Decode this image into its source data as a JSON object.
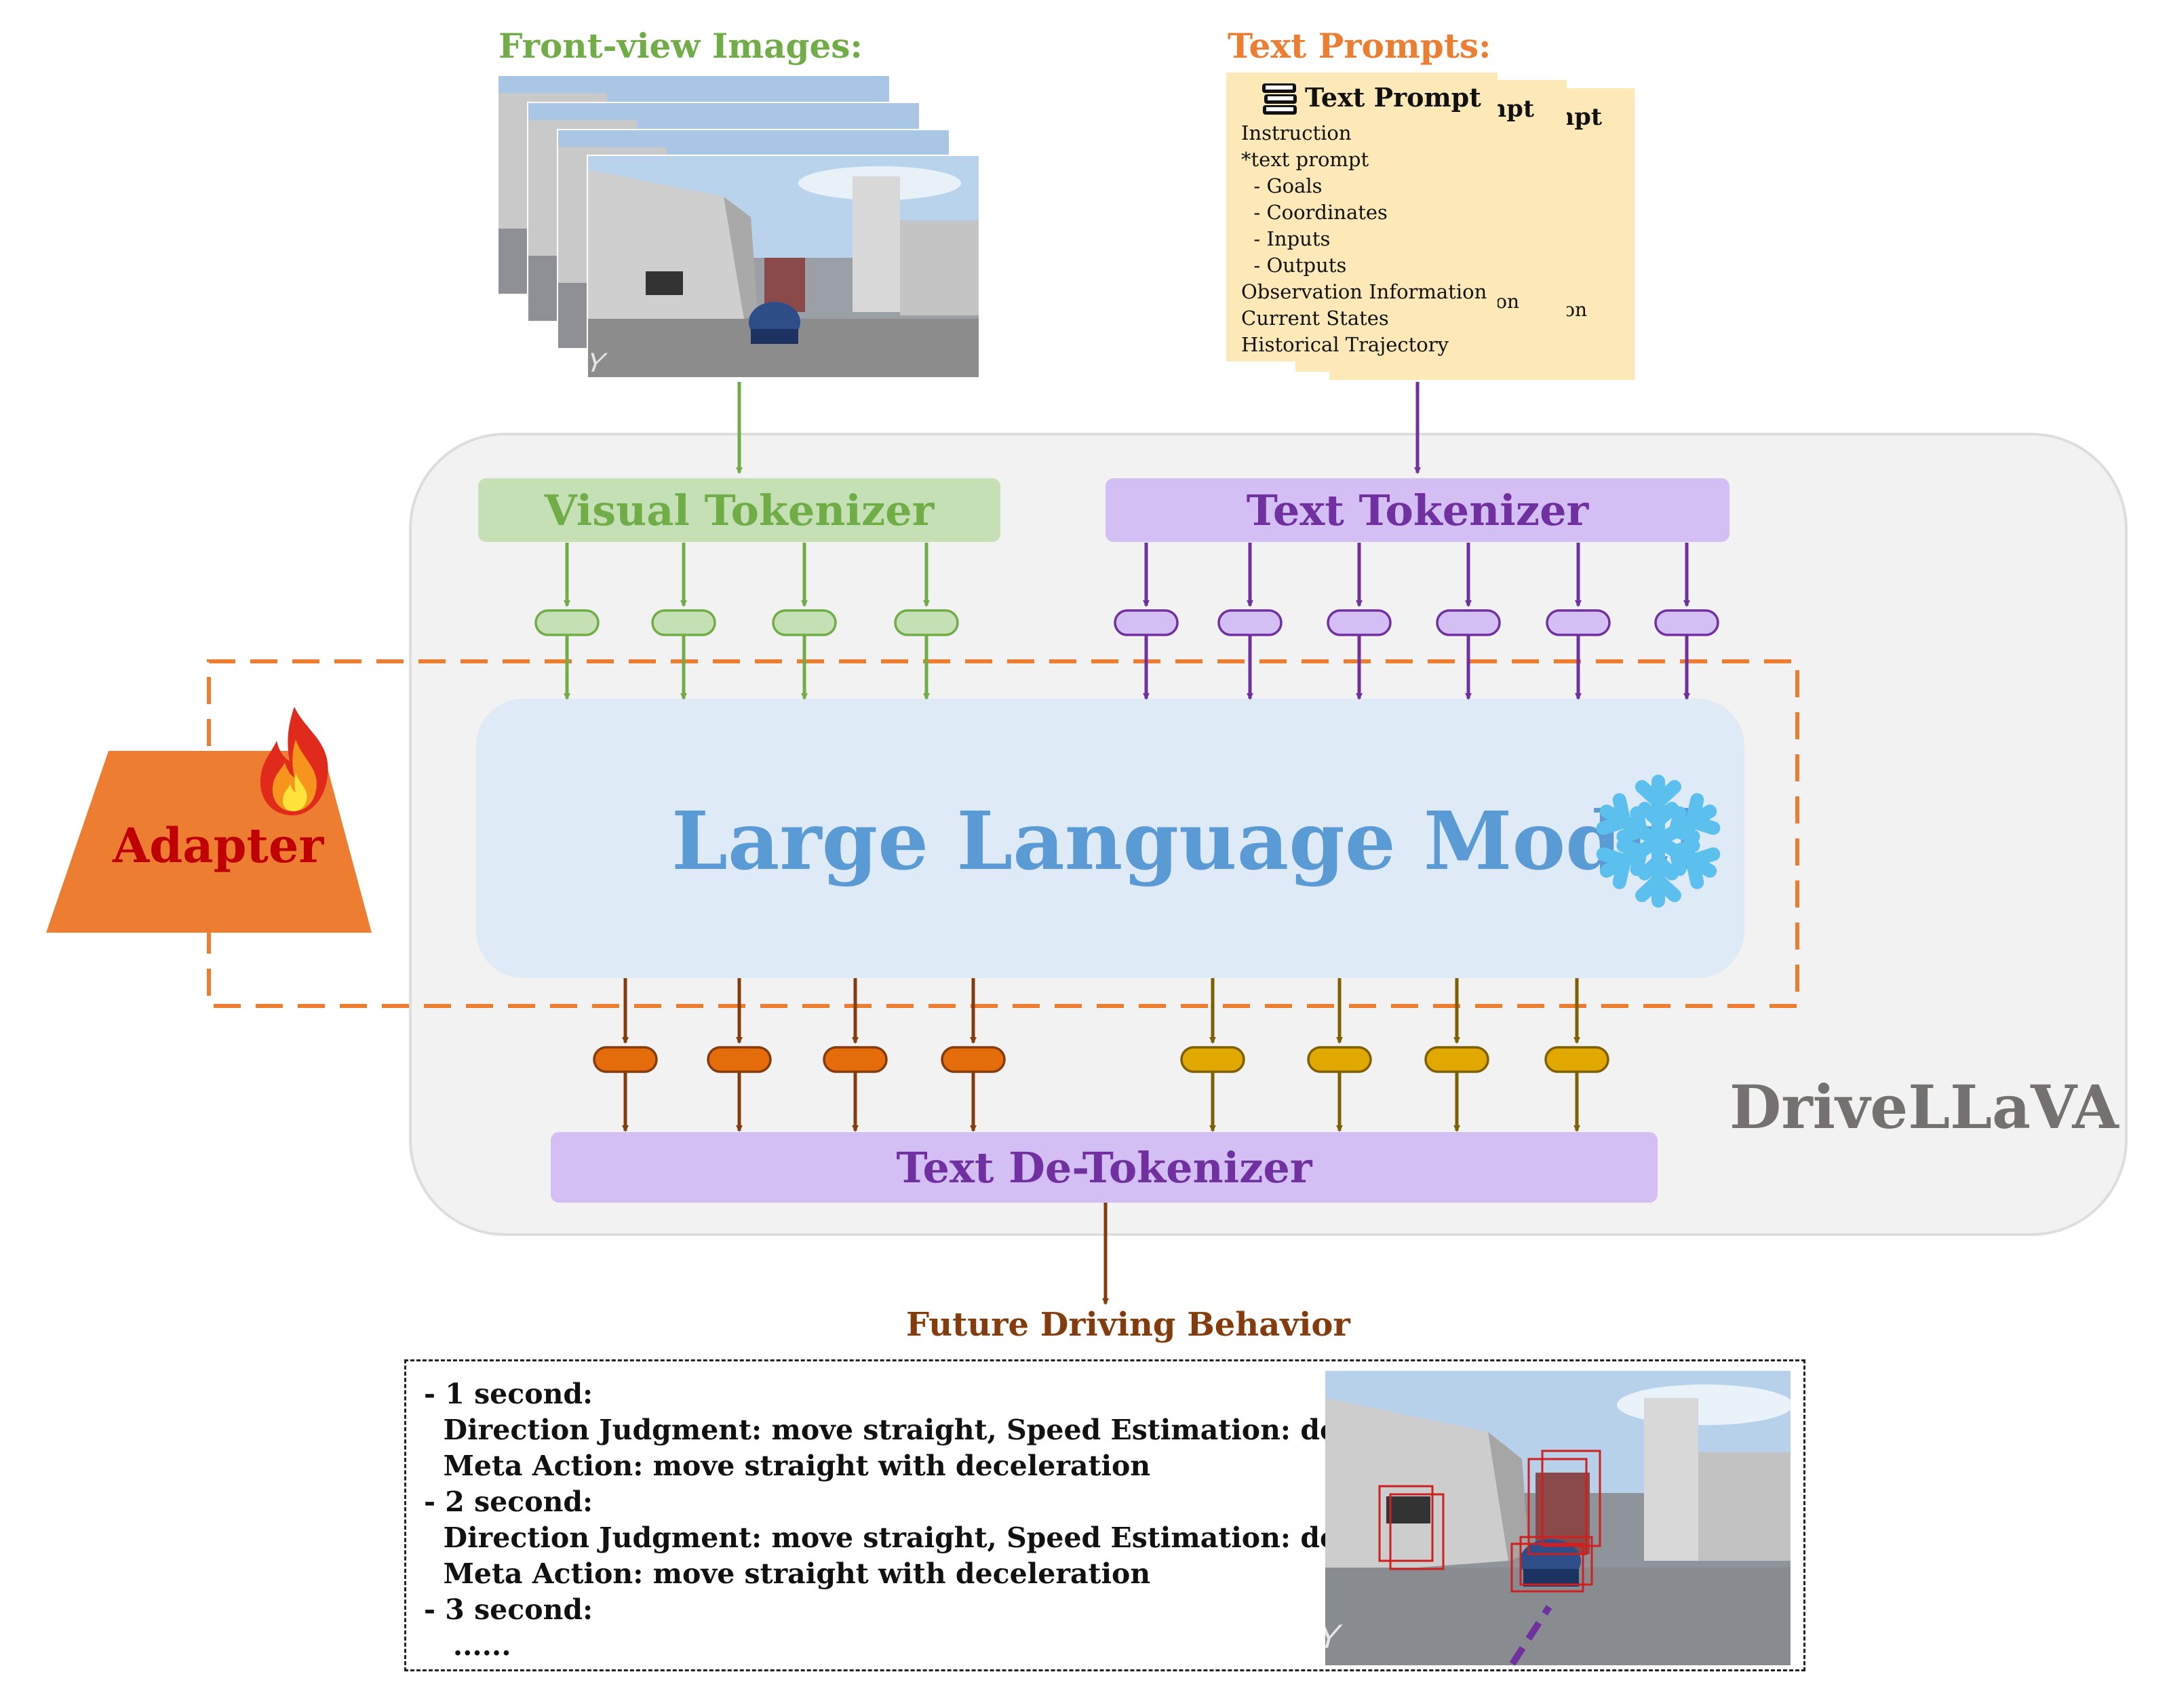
{
  "inputs": {
    "images_title": "Front-view Images:",
    "prompts_title": "Text Prompts:",
    "prompt_card": {
      "title": "Text Prompt",
      "lines": [
        "Instruction",
        "*text prompt",
        "  - Goals",
        "  - Coordinates",
        "  - Inputs",
        "  - Outputs",
        "Observation Information",
        "Current States",
        "Historical Trajectory"
      ],
      "back_fragment_title": "npt",
      "back_fragment_line": "tion"
    }
  },
  "model": {
    "system_name": "DriveLLaVA",
    "visual_tokenizer": "Visual Tokenizer",
    "text_tokenizer": "Text Tokenizer",
    "llm": "Large Language Model",
    "adapter": "Adapter",
    "detokenizer": "Text De-Tokenizer",
    "icons": {
      "frozen": "snowflake-icon",
      "trainable": "fire-icon",
      "prompt": "book-stack-icon"
    }
  },
  "output": {
    "title": "Future Driving Behavior",
    "lines": [
      "- 1 second:",
      "  Direction Judgment: move straight, Speed Estimation: deceleration",
      "  Meta Action: move straight with deceleration",
      "- 2 second:",
      "  Direction Judgment: move straight, Speed Estimation: deceleration",
      "  Meta Action: move straight with deceleration",
      "- 3 second:",
      "   ......"
    ],
    "road_marking": "ONLY"
  },
  "colors": {
    "visual": "#70ad47",
    "visual_fill": "#c5e0b4",
    "text": "#7030a0",
    "text_fill": "#d4bff5",
    "llm_text": "#5b9bd5",
    "llm_fill": "#deeaf6",
    "adapter_fill": "#ed7d31",
    "adapter_text": "#c00000",
    "orange_token": "#e46c0a",
    "yellow_token": "#e0a800",
    "arrow_brown": "#843c0c",
    "arrow_olive": "#7f6000",
    "system_label": "#767171",
    "frame_dash": "#ed7d31"
  }
}
